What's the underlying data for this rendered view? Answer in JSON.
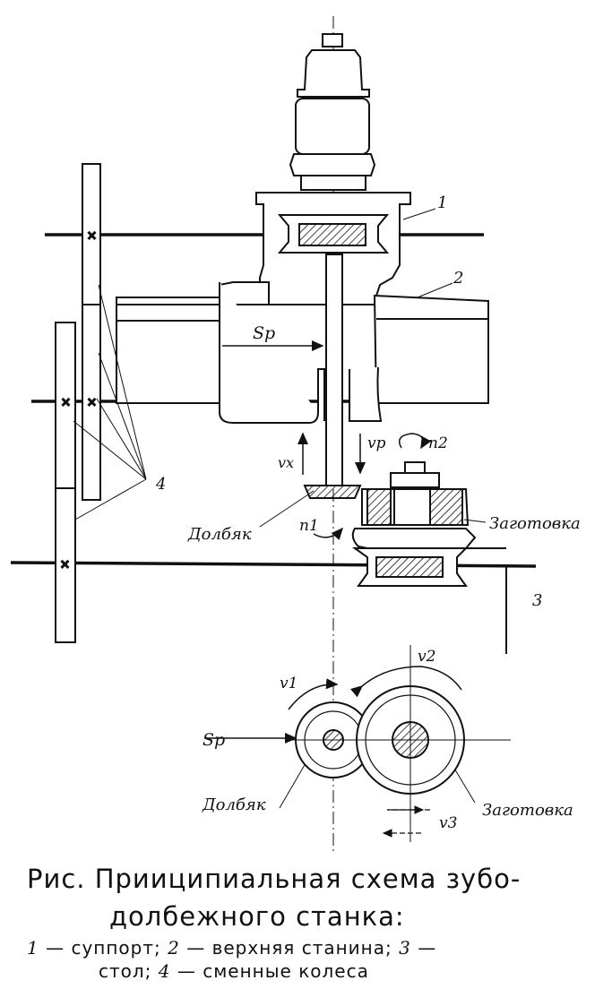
{
  "labels": {
    "part1": "1",
    "part2": "2",
    "part3": "3",
    "part4": "4",
    "sp_top": "Sp",
    "vx": "vx",
    "vp": "vp",
    "n2": "n2",
    "n1": "n1",
    "dolbyak_top": "Долбяк",
    "zagotovka_top": "Заготовка",
    "v1": "v1",
    "v2": "v2",
    "sp_bottom": "Sp",
    "dolbyak_bottom": "Долбяк",
    "zagotovka_bottom": "Заготовка",
    "v3": "v3"
  },
  "caption": {
    "line1": "Рис. Прииципиальная схема зубо-",
    "line2": "долбежного станка:",
    "legend_n1": "1",
    "legend_t1": " — суппорт; ",
    "legend_n2": "2",
    "legend_t2": " — верхняя станина; ",
    "legend_n3": "3",
    "legend_t3": " —",
    "legend_t4": "стол; ",
    "legend_n4": "4",
    "legend_t5": " — сменные колеса"
  }
}
